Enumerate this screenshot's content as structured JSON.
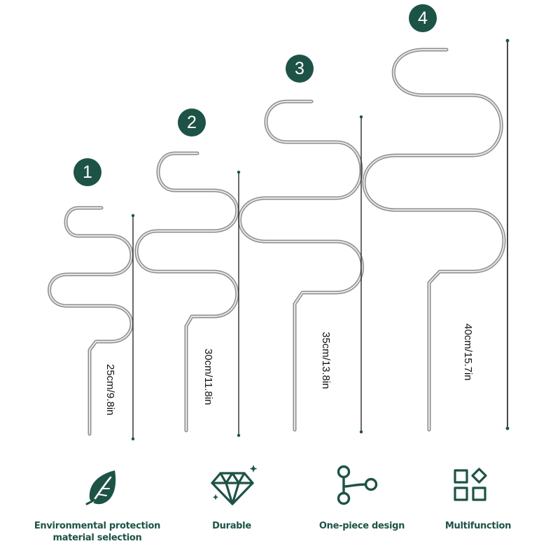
{
  "accent_color": "#1d5346",
  "metal_color": "#b4b4b4",
  "stakes": [
    {
      "number": "1",
      "size_label": "25cm/9.8in"
    },
    {
      "number": "2",
      "size_label": "30cm/11.8in"
    },
    {
      "number": "3",
      "size_label": "35cm/13.8in"
    },
    {
      "number": "4",
      "size_label": "40cm/15.7in"
    }
  ],
  "features": [
    {
      "icon": "leaf-icon",
      "line1": "Environmental protection",
      "line2": "material selection"
    },
    {
      "icon": "diamond-icon",
      "line1": "Durable",
      "line2": ""
    },
    {
      "icon": "connected-nodes-icon",
      "line1": "One-piece design",
      "line2": ""
    },
    {
      "icon": "grid-shapes-icon",
      "line1": "Multifunction",
      "line2": ""
    }
  ]
}
